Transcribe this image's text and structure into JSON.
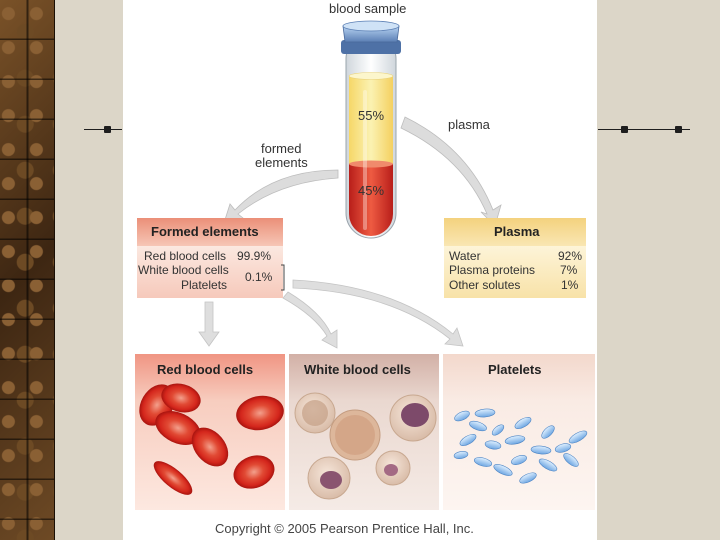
{
  "header": {
    "sample_label": "blood sample"
  },
  "tube": {
    "plasma_percent": "55%",
    "formed_percent": "45%"
  },
  "arrows": {
    "plasma_label": "plasma",
    "formed_label_line1": "formed",
    "formed_label_line2": "elements"
  },
  "formed_elements": {
    "title": "Formed elements",
    "rows": [
      {
        "name": "Red blood cells",
        "value": "99.9%"
      },
      {
        "name": "White blood cells",
        "value": "0.1%"
      },
      {
        "name": "Platelets",
        "value": ""
      }
    ]
  },
  "plasma_box": {
    "title": "Plasma",
    "rows": [
      {
        "name": "Water",
        "value": "92%"
      },
      {
        "name": "Plasma proteins",
        "value": "7%"
      },
      {
        "name": "Other solutes",
        "value": "1%"
      }
    ]
  },
  "cell_panels": [
    {
      "title": "Red blood cells"
    },
    {
      "title": "White blood cells"
    },
    {
      "title": "Platelets"
    }
  ],
  "copyright": "Copyright © 2005 Pearson Prentice Hall, Inc.",
  "colors": {
    "formed_header": "#e8806a",
    "plasma_header": "#f3d07a",
    "rbc_red": "#d92820",
    "plasma_yellow": "#f7e98a"
  }
}
